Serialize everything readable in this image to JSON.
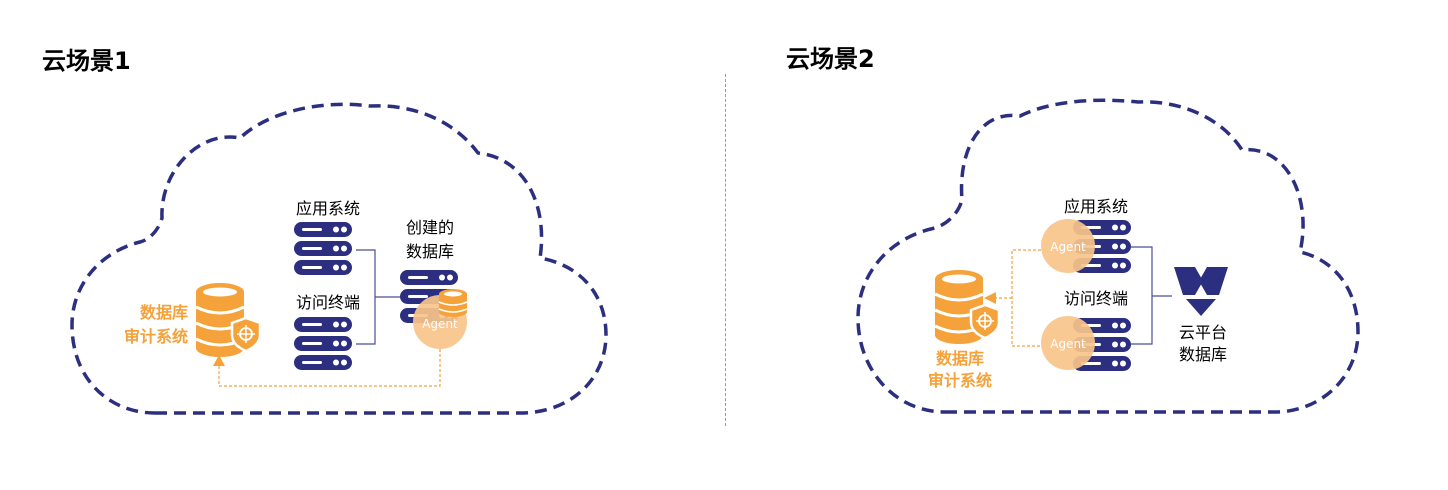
{
  "scene1": {
    "title": "云场景1",
    "app_system": "应用系统",
    "access_terminal": "访问终端",
    "created_db_line1": "创建的",
    "created_db_line2": "数据库",
    "agent": "Agent",
    "audit_line1": "数据库",
    "audit_line2": "审计系统"
  },
  "scene2": {
    "title": "云场景2",
    "app_system": "应用系统",
    "access_terminal": "访问终端",
    "agent_app": "Agent",
    "agent_terminal": "Agent",
    "cloud_db_line1": "云平台",
    "cloud_db_line2": "数据库",
    "audit_line1": "数据库",
    "audit_line2": "审计系统"
  },
  "colors": {
    "navy": "#2c2f7f",
    "orange": "#f5a23a",
    "agent_fill": "#f9c48a",
    "line": "#4a4d98"
  }
}
